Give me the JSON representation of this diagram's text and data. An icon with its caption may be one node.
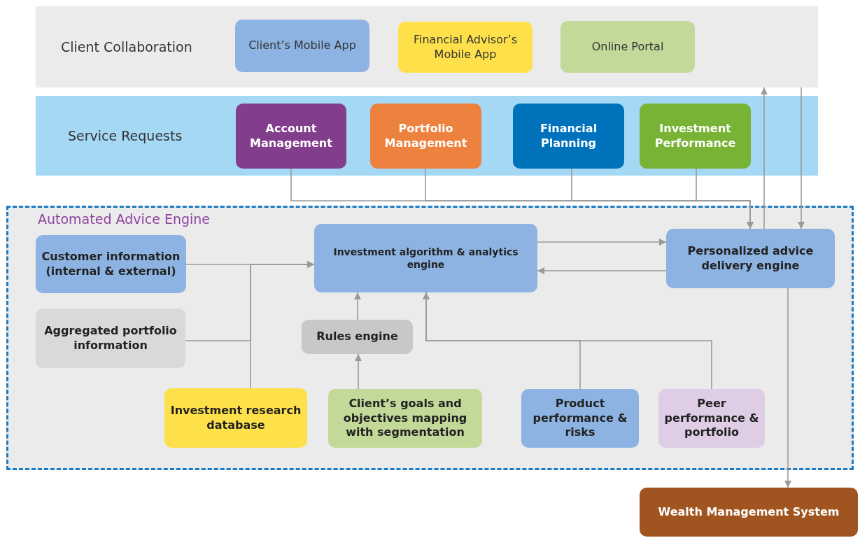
{
  "diagram": {
    "nodes": [
      {
        "text": [
          "Client Collaboration"
        ]
      },
      {
        "text": [
          "Client’s Mobile App"
        ],
        "in": 0
      },
      {
        "text": [
          "Financial Advisor’s Mobile App"
        ],
        "in": 0
      },
      {
        "text": [
          "Online Portal"
        ],
        "in": 0
      },
      {
        "text": [
          "Service Requests"
        ]
      },
      {
        "text": [
          "Account Management"
        ],
        "in": 4
      },
      {
        "text": [
          "Portfolio Management"
        ],
        "in": 4
      },
      {
        "text": [
          "Financial Planning"
        ],
        "in": 4
      },
      {
        "text": [
          "Investment Performance"
        ],
        "in": 4
      },
      {
        "text": [
          "Automated Advice Engine"
        ]
      },
      {
        "text": [
          "Customer information (internal & external)"
        ],
        "in": 9
      },
      {
        "text": [
          "Aggregated portfolio information"
        ],
        "in": 9
      },
      {
        "text": [
          "Investment algorithm & analytics engine"
        ],
        "in": 9
      },
      {
        "text": [
          "Personalized advice delivery engine"
        ],
        "in": 9
      },
      {
        "text": [
          "Rules engine"
        ],
        "in": 9
      },
      {
        "text": [
          "Investment research database"
        ],
        "in": 9
      },
      {
        "text": [
          "Client’s goals and objectives mapping with segmentation"
        ],
        "in": 9
      },
      {
        "text": [
          "Product performance & risks"
        ],
        "in": 9
      },
      {
        "text": [
          "Peer performance & portfolio"
        ],
        "in": 9
      },
      {
        "text": [
          "Wealth Management System"
        ]
      }
    ],
    "edges": [
      {
        "from": 5,
        "to": 13,
        "arrow": "to"
      },
      {
        "from": 6,
        "to": 13,
        "arrow": "to"
      },
      {
        "from": 7,
        "to": 13,
        "arrow": "to"
      },
      {
        "from": 8,
        "to": 13,
        "arrow": "to"
      },
      {
        "from": 13,
        "to": 0,
        "arrow": "to"
      },
      {
        "from": 0,
        "to": 13,
        "arrow": "to"
      },
      {
        "from": 10,
        "to": 12,
        "arrow": "to"
      },
      {
        "from": 11,
        "to": 12,
        "arrow": "to"
      },
      {
        "from": 15,
        "to": 12,
        "arrow": "to"
      },
      {
        "from": 12,
        "to": 13,
        "arrow": "to"
      },
      {
        "from": 13,
        "to": 12,
        "arrow": "to"
      },
      {
        "from": 14,
        "to": 12,
        "arrow": "to"
      },
      {
        "from": 16,
        "to": 14,
        "arrow": "to"
      },
      {
        "from": 17,
        "to": 12,
        "arrow": "to"
      },
      {
        "from": 18,
        "to": 12,
        "arrow": "to"
      },
      {
        "from": 13,
        "to": 19,
        "arrow": "to"
      }
    ]
  }
}
